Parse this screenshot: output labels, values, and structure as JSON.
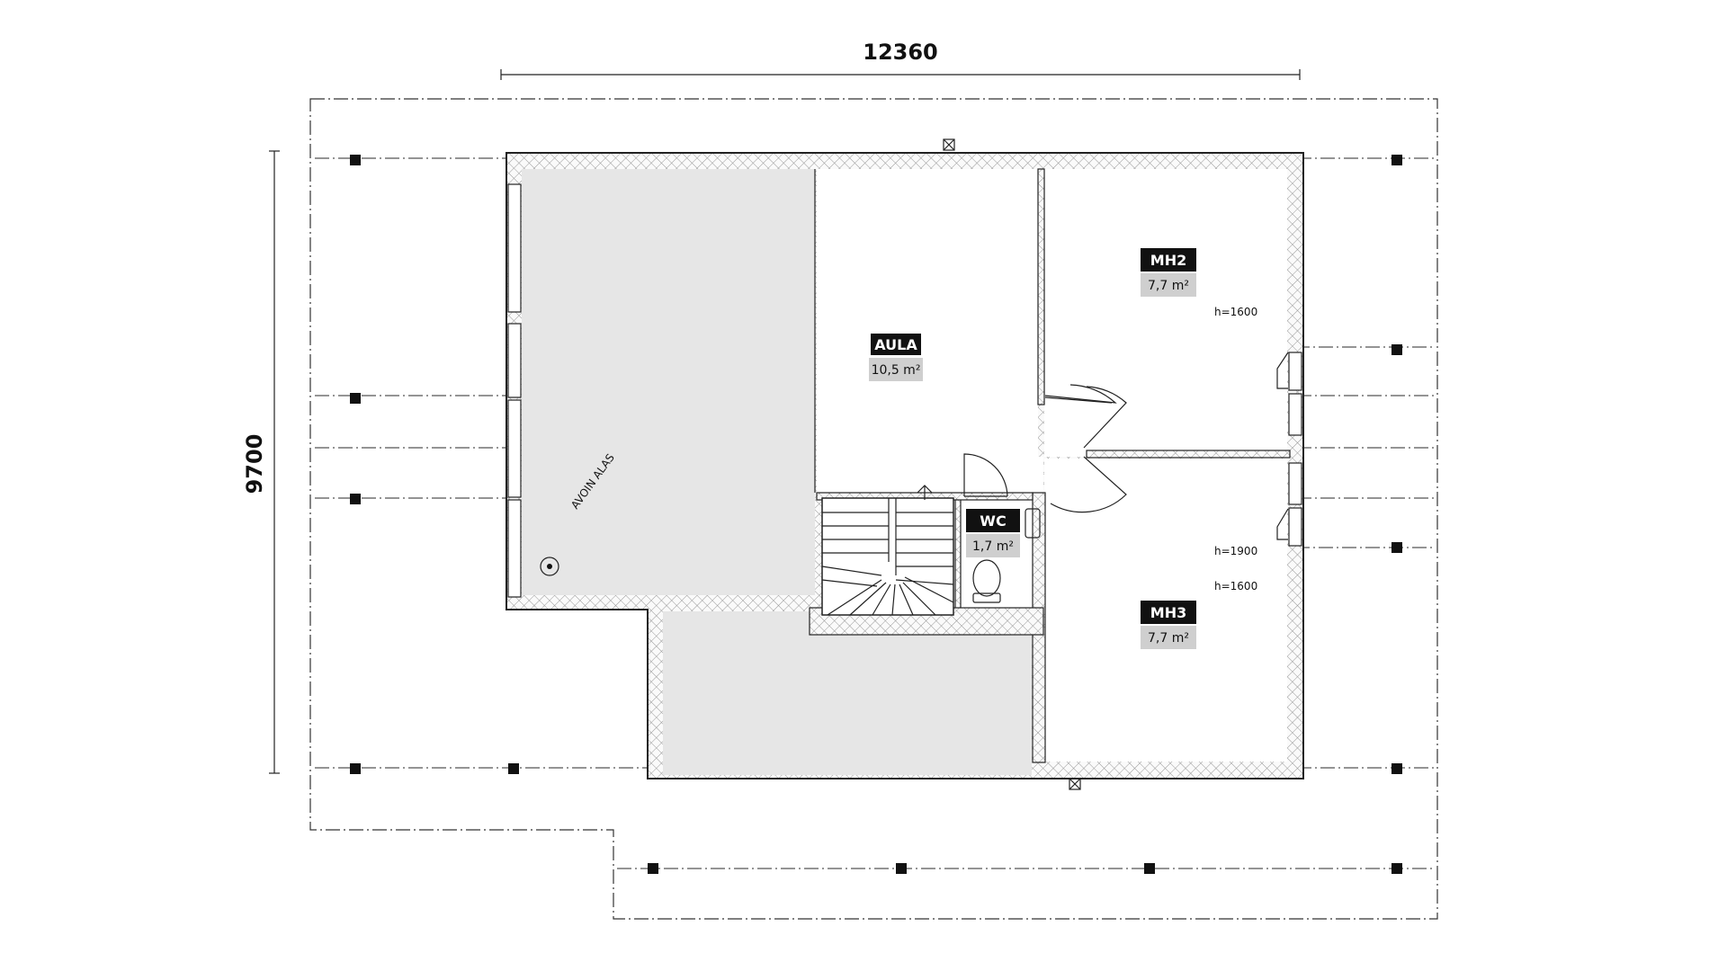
{
  "dimensions": {
    "width": "12360",
    "height": "9700"
  },
  "rooms": [
    {
      "name": "AULA",
      "area": "10,5 m²"
    },
    {
      "name": "MH2",
      "area": "7,7 m²"
    },
    {
      "name": "WC",
      "area": "1,7 m²"
    },
    {
      "name": "MH3",
      "area": "7,7 m²"
    }
  ],
  "notes": {
    "h1": "h=1600",
    "h2": "h=1900",
    "h3": "h=1600",
    "opening": "AVOIN ALAS"
  },
  "colors": {
    "void_fill": "#e6e6e6",
    "label_bg": "#111111",
    "area_bg": "#cfcfcf"
  }
}
